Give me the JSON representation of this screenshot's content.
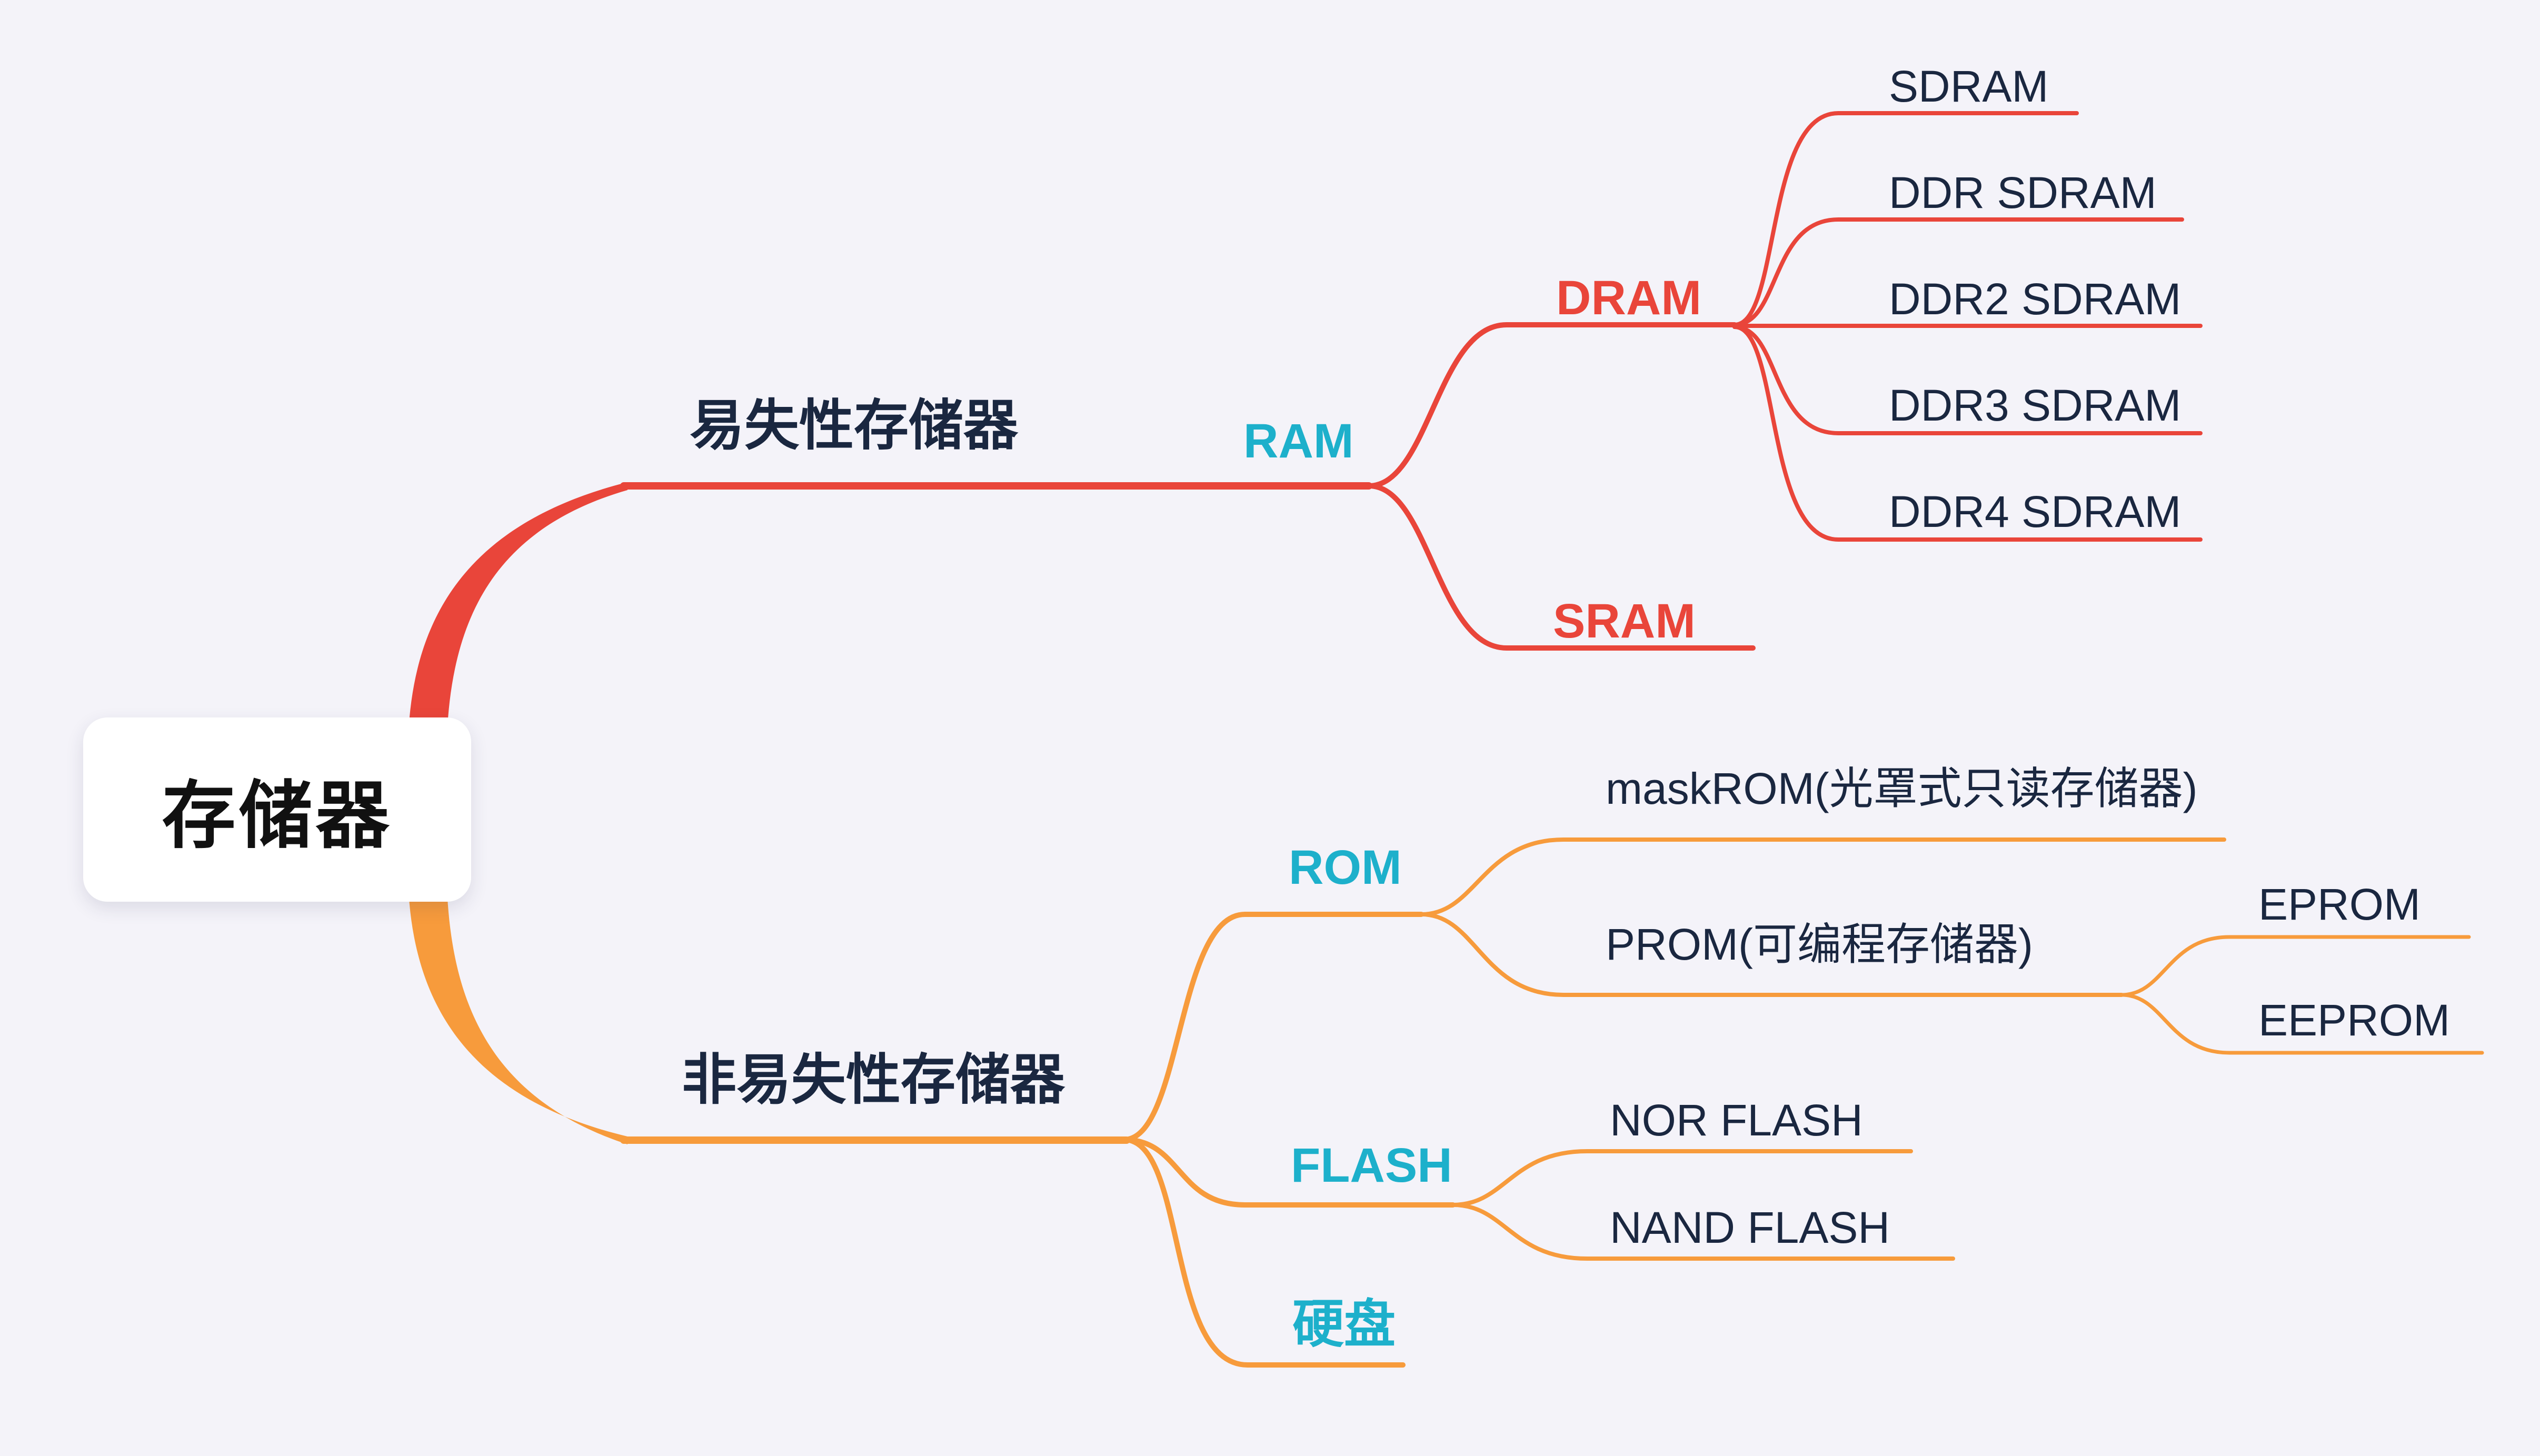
{
  "canvas": {
    "background": "#f4f3f9"
  },
  "colors": {
    "bg": "#f4f3f9",
    "red": "#e9453a",
    "orange": "#f79b3c",
    "teal": "#1db0cb",
    "navy": "#1a2740",
    "rootText": "#111111",
    "rootBoxFill": "#ffffff"
  },
  "nodes": {
    "root": "存储器",
    "volatile": "易失性存储器",
    "ram": "RAM",
    "dram": "DRAM",
    "sram": "SRAM",
    "sdram": "SDRAM",
    "ddr_sdram": "DDR SDRAM",
    "ddr2_sdram": "DDR2 SDRAM",
    "ddr3_sdram": "DDR3 SDRAM",
    "ddr4_sdram": "DDR4 SDRAM",
    "nonvolatile": "非易失性存储器",
    "rom": "ROM",
    "maskrom": "maskROM(光罩式只读存储器)",
    "prom": "PROM(可编程存储器)",
    "eprom": "EPROM",
    "eeprom": "EEPROM",
    "flash": "FLASH",
    "nor_flash": "NOR FLASH",
    "nand_flash": "NAND FLASH",
    "disk": "硬盘"
  }
}
